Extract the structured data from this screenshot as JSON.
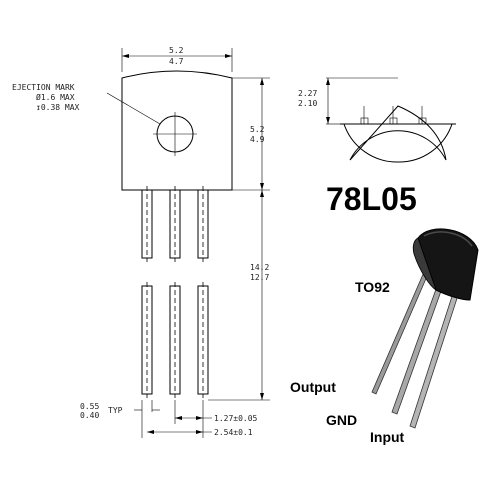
{
  "part_number": "78L05",
  "package_name": "TO92",
  "ejection_mark": {
    "title": "EJECTION MARK",
    "diameter": "Ø1.6 MAX",
    "depth": "↧0.38 MAX"
  },
  "dimensions": {
    "body_width_max": "5.2",
    "body_width_min": "4.7",
    "body_height_max": "5.2",
    "body_height_min": "4.9",
    "lead_length_max": "14.2",
    "lead_length_min": "12.7",
    "lead_width_max": "0.55",
    "lead_width_min": "0.40",
    "lead_width_note": "TYP",
    "pitch": "1.27±0.05",
    "span": "2.54±0.1",
    "flat_depth_max": "2.27",
    "flat_depth_min": "2.10"
  },
  "pins": [
    "Output",
    "GND",
    "Input"
  ]
}
